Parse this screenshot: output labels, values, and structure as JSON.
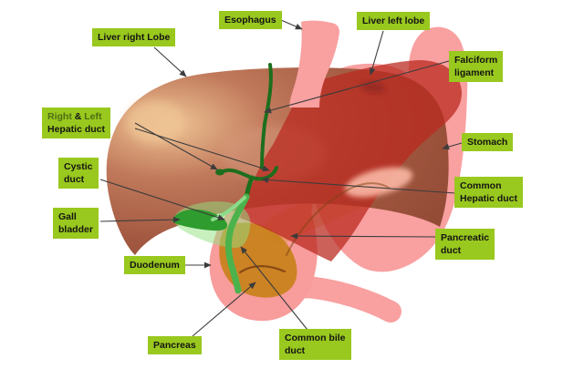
{
  "figure": {
    "type": "anatomical-diagram",
    "subject": "liver, biliary tract, stomach and pancreas"
  },
  "colors": {
    "label_bg": "#99C81E",
    "label_text": "#141414",
    "label_olive": "#4E6E15",
    "arrow": "#3C3C3C",
    "stomach_pink": "#F9A0A0",
    "stomach_highlight": "#FBB7A4",
    "duodenum_pink": "#F89C9C",
    "pancreas_orange": "#C8821E",
    "pancreas_tail": "rgba(223,140,58,0.42)",
    "liver_stop1": "#EFC494",
    "liver_stop2": "#C0795B",
    "liver_stop3": "#A25840",
    "liver_stop4": "#8F4733",
    "liver_highlight2": "#D79A7D",
    "left_lobe": "rgba(186,42,33,0.74)",
    "lobe_dimple": "rgba(115,30,24,0.4)",
    "duct_dark": "#1D6E1D",
    "bile_green": "#4CB34C",
    "cystic_light": "#8ADC8A",
    "halo": "rgba(146,225,128,0.5)",
    "panc_duct": "#7E3F10",
    "bg": "#FFFFFF"
  },
  "labels": {
    "liver_right_lobe": {
      "text": "Liver right Lobe"
    },
    "esophagus": {
      "text": "Esophagus"
    },
    "liver_left_lobe": {
      "text": "Liver left lobe"
    },
    "falciform_ligament": {
      "line1": "Falciform",
      "line2": "ligament"
    },
    "stomach": {
      "text": "Stomach"
    },
    "hepatic_ducts": {
      "word1": "Right",
      "amp": "&",
      "word2": "Left",
      "line2": "Hepatic duct"
    },
    "cystic_duct": {
      "line1": "Cystic",
      "line2": "duct"
    },
    "gall_bladder": {
      "line1": "Gall",
      "line2": "bladder"
    },
    "duodenum": {
      "text": "Duodenum"
    },
    "pancreas": {
      "text": "Pancreas"
    },
    "common_bile_duct": {
      "line1": "Common bile",
      "line2": "duct"
    },
    "common_hepatic_duct": {
      "line1": "Common",
      "line2": "Hepatic duct"
    },
    "pancreatic_duct": {
      "line1": "Pancreatic",
      "line2": "duct"
    }
  }
}
